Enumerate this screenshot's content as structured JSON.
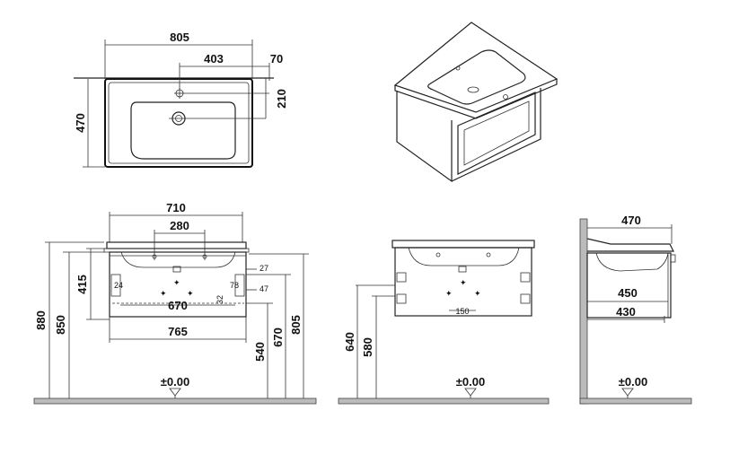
{
  "top_view": {
    "width": "805",
    "tap_offset": "403",
    "edge": "70",
    "depth": "470",
    "tap_depth": "210"
  },
  "front_view": {
    "top_width": "710",
    "inner_width": "280",
    "mount_width": "670",
    "body_width": "765",
    "height_415": "415",
    "dim_27": "27",
    "dim_47": "47",
    "dim_24": "24",
    "dim_78": "78",
    "dim_32": "32",
    "h_880": "880",
    "h_850": "850",
    "h_540": "540",
    "h_670": "670",
    "h_805": "805",
    "floor": "±0.00"
  },
  "rear_view": {
    "h_640": "640",
    "h_580": "580",
    "dim_150": "150",
    "floor": "±0.00"
  },
  "side_view": {
    "depth": "470",
    "d_450": "450",
    "d_430": "430",
    "floor": "±0.00"
  }
}
